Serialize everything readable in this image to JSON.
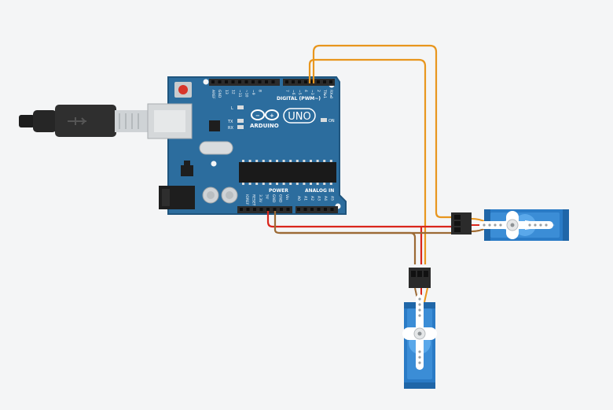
{
  "board": {
    "aref": "AREF",
    "gnd": "GND",
    "digital_pins": [
      "13",
      "12",
      "~11",
      "~10",
      "~9",
      "8",
      "7",
      "~6",
      "~5",
      "4",
      "~3",
      "2",
      "TX▸1",
      "RX◂0"
    ],
    "digital_label": "DIGITAL (PWM~)",
    "brand": "ARDUINO",
    "model": "UNO",
    "led_l": "L",
    "led_tx": "TX",
    "led_rx": "RX",
    "on_label": "ON",
    "power_label": "POWER",
    "analog_label": "ANALOG IN",
    "power_pins": [
      "IOREF",
      "RESET",
      "3.3V",
      "5V",
      "GND",
      "GND",
      "Vin"
    ],
    "analog_pins": [
      "A0",
      "A1",
      "A2",
      "A3",
      "A4",
      "A5"
    ]
  },
  "colors": {
    "background": "#f4f5f6",
    "board": "#2c6d9e",
    "board_edge": "#1f557e",
    "header": "#2b2b2b",
    "wire_signal": "#e8961e",
    "wire_power": "#d9261c",
    "wire_ground": "#9c6a35",
    "servo_body": "#2a7bc6",
    "horn": "#ffffff"
  },
  "icons": [
    "usb-plug-icon",
    "reset-button-icon",
    "dc-jack-icon",
    "crystal-icon",
    "microcontroller-chip-icon",
    "capacitor-icon",
    "servo-icon",
    "servo-horn-icon"
  ]
}
